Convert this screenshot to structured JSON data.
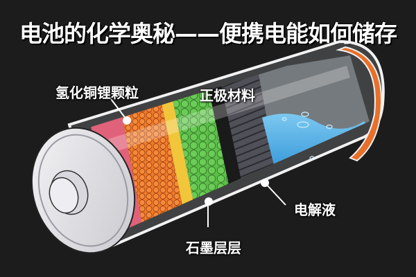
{
  "title": "电池的化学奥秘——便携电能如何储存",
  "labels": {
    "anode_particles": "氢化铜锂颗粒",
    "cathode": "正极材料",
    "electrolyte": "电解液",
    "graphite": "石墨层层"
  },
  "colors": {
    "background": "#1c1c1c",
    "pink_band": "#e0627a",
    "orange_particles": "#ee7a2a",
    "yellow_band": "#f2c63a",
    "green_particles": "#5cbf4a",
    "cathode_gray": "#4a4a50",
    "electrolyte_blue": "#2f9de0",
    "end_orange": "#e8702a"
  }
}
